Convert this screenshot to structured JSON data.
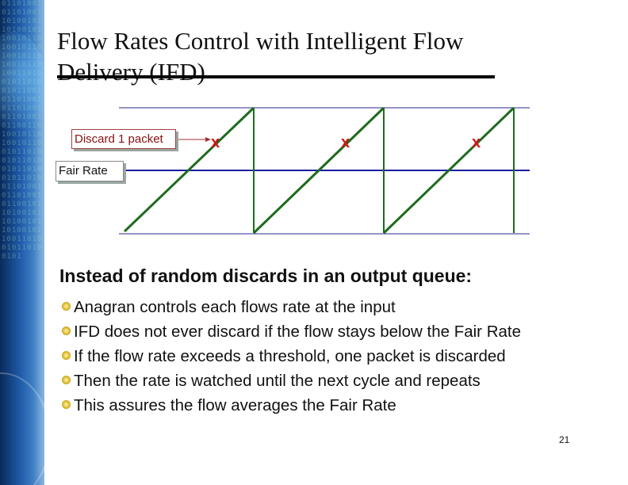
{
  "title": {
    "line1": "Flow Rates Control with Intelligent Flow",
    "line2": "Delivery (IFD)"
  },
  "diagram": {
    "discard_label": "Discard 1 packet",
    "fair_rate_label": "Fair Rate",
    "discard_marker": "x",
    "colors": {
      "sawtooth": "#1e6b1e",
      "fair_rate_line": "#1a1aa0",
      "frame_line": "#2a2a8a",
      "discard_marker": "#d21414"
    }
  },
  "heading": "Instead of random discards in an output queue:",
  "bullets": [
    "Anagran controls each flows rate at the input",
    "IFD does not ever discard if the flow stays below the Fair Rate",
    "If the flow rate exceeds a threshold, one packet is discarded",
    "Then the rate is watched until the next cycle and repeats",
    "This assures the flow averages the Fair Rate"
  ],
  "page_number": "21"
}
